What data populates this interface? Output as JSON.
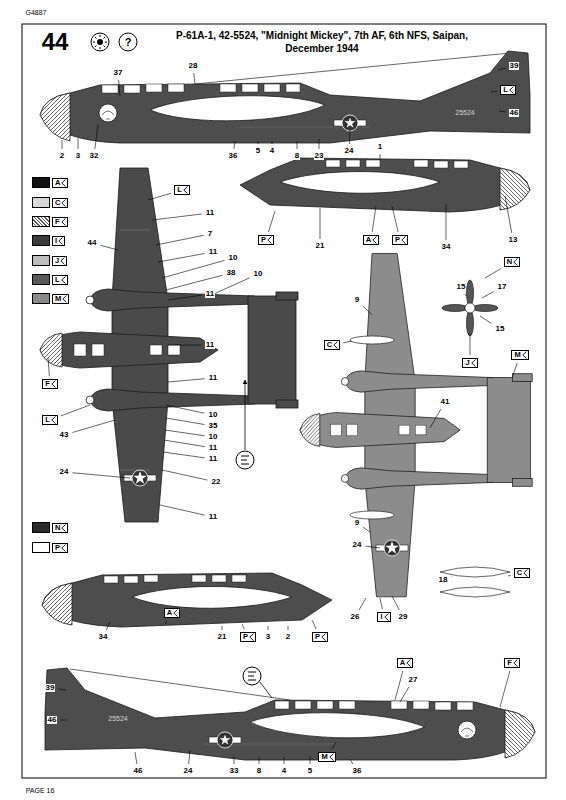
{
  "diagram": {
    "title": "P-61A-1, 42-5524, \"Midnight Mickey\", 7th AF, 6th NFS, Saipan, December 1944",
    "labels": [
      "G4887",
      "44",
      "?",
      "37",
      "28",
      "39",
      "L",
      "46",
      "25524",
      "2",
      "3",
      "32",
      "36",
      "5",
      "4",
      "8",
      "23",
      "24",
      "1",
      "P",
      "21",
      "A",
      "P",
      "34",
      "13",
      "L",
      "11",
      "44",
      "7",
      "11",
      "10",
      "38",
      "10",
      "11",
      "11",
      "11",
      "10",
      "35",
      "10",
      "11",
      "11",
      "22",
      "11",
      "43",
      "24",
      "F",
      "L",
      "N",
      "15",
      "17",
      "15",
      "J",
      "9",
      "C",
      "41",
      "M",
      "9",
      "24",
      "18",
      "C",
      "26",
      "I",
      "29",
      "34",
      "A",
      "21",
      "P",
      "3",
      "2",
      "P",
      "A",
      "27",
      "F",
      "39",
      "46",
      "25524",
      "46",
      "24",
      "33",
      "8",
      "4",
      "5",
      "M",
      "36",
      "PAGE 16"
    ],
    "legend": [
      {
        "text": "A",
        "color": "#111111"
      },
      {
        "text": "C",
        "color": "#d8d8d8"
      },
      {
        "text": "F"
      },
      {
        "text": "I",
        "color": "#3a3a3a"
      },
      {
        "text": "J",
        "color": "#bdbdbd"
      },
      {
        "text": "L",
        "color": "#5a5a5a"
      },
      {
        "text": "M",
        "color": "#8a8a8a"
      },
      {
        "text": "N",
        "color": "#2a2a2a"
      },
      {
        "text": "P",
        "color": "#ffffff"
      }
    ]
  }
}
